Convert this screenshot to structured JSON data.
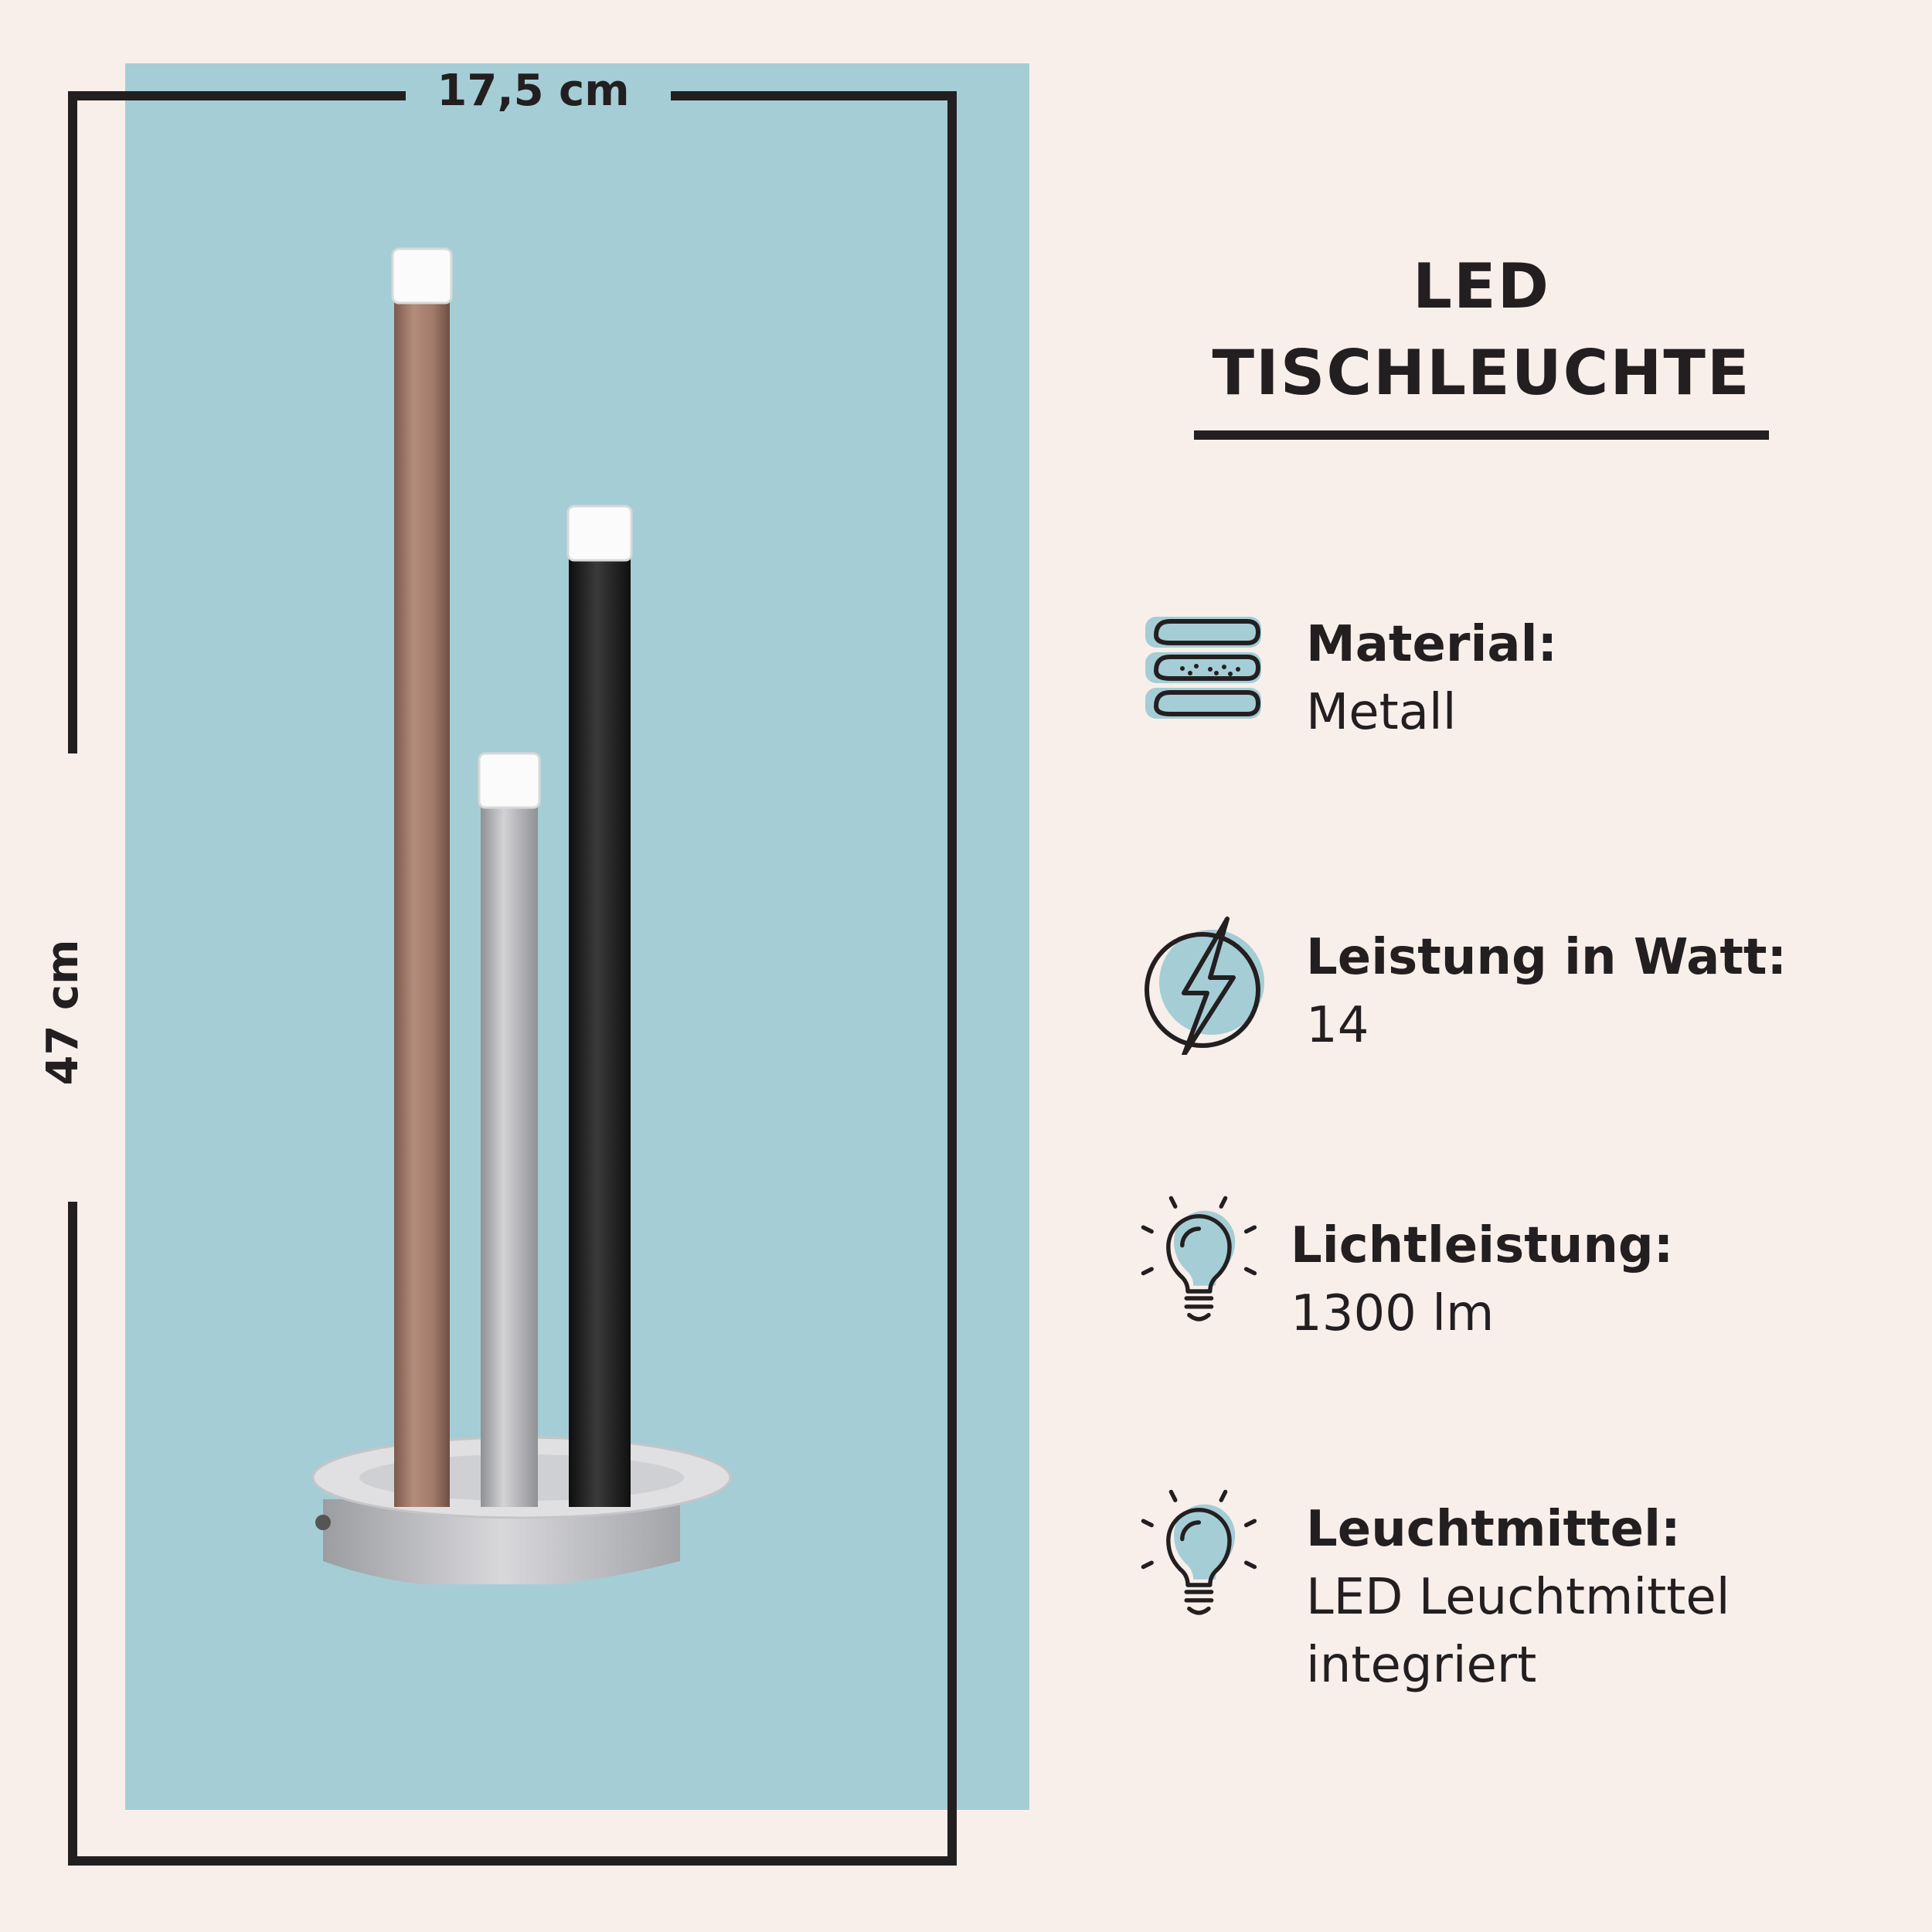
{
  "dimensions": {
    "width_label": "17,5 cm",
    "height_label": "47 cm"
  },
  "product": {
    "title_line1": "LED",
    "title_line2": "TISCHLEUCHTE"
  },
  "features": [
    {
      "icon": "material-layers-icon",
      "label": "Material:",
      "value_lines": [
        "Metall"
      ]
    },
    {
      "icon": "lightning-bolt-icon",
      "label": "Leistung in Watt:",
      "value_lines": [
        "14"
      ]
    },
    {
      "icon": "light-bulb-icon",
      "label": "Lichtleistung:",
      "value_lines": [
        "1300 lm"
      ]
    },
    {
      "icon": "light-bulb-icon",
      "label": "Leuchtmittel:",
      "value_lines": [
        "LED Leuchtmittel",
        "integriert"
      ]
    }
  ],
  "colors": {
    "background": "#f8efeb",
    "panel": "#a5cdd6",
    "ink": "#231f20",
    "icon_fill": "#a5cdd6",
    "rod_bronze": "#a07a6a",
    "rod_silver": "#b9b9bc",
    "rod_black": "#1c1c1c"
  }
}
